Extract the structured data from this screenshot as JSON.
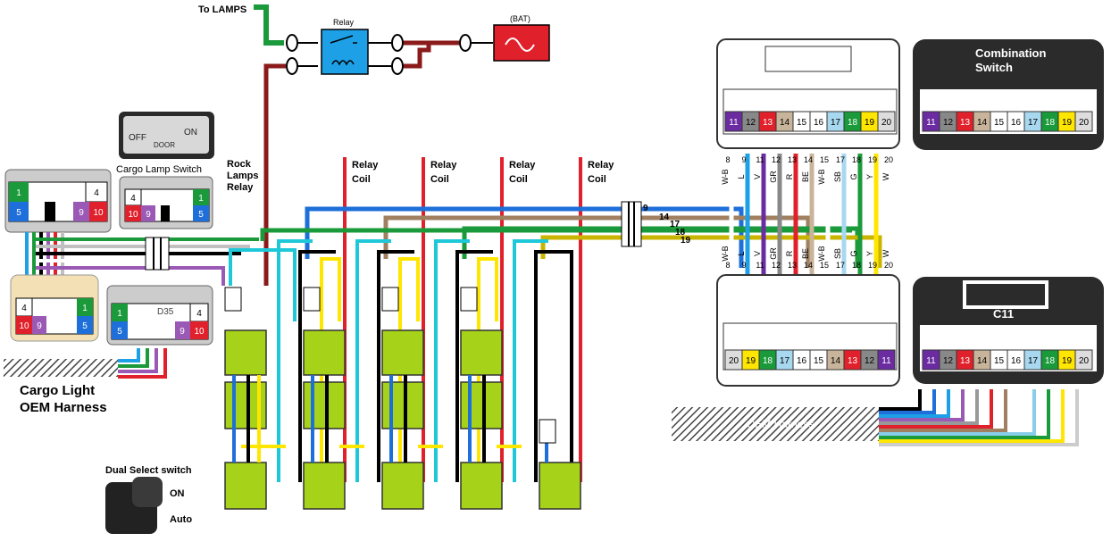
{
  "labels": {
    "to_lamps": "To LAMPS",
    "relay": "Relay",
    "bat": "(BAT)",
    "combination_switch_line1": "Combination",
    "combination_switch_line2": "Switch",
    "cargo_lamp_switch": "Cargo Lamp Switch",
    "switch_off": "OFF",
    "switch_on": "ON",
    "switch_door": "DOOR",
    "rock_lamps_relay_l1": "Rock",
    "rock_lamps_relay_l2": "Lamps",
    "rock_lamps_relay_l3": "Relay",
    "relay_coil_l1": "Relay",
    "relay_coil_l2": "Coil",
    "cargo_light_harness_l1": "Cargo Light",
    "cargo_light_harness_l2": "OEM Harness",
    "d35": "D35",
    "c11": "C11",
    "oem_harness": "OEM Harness",
    "dual_select_switch": "Dual Select switch",
    "dual_on": "ON",
    "dual_auto": "Auto"
  },
  "pins": {
    "combo_top_row": [
      "11",
      "12",
      "13",
      "14",
      "15",
      "16",
      "17",
      "18",
      "19",
      "20"
    ],
    "combo_mid_marks": [
      "8",
      "9"
    ],
    "c11_row": [
      "20",
      "19",
      "18",
      "17",
      "16",
      "15",
      "14",
      "13",
      "12",
      "11"
    ],
    "c11_alt_row": [
      "11",
      "12",
      "13",
      "14",
      "15",
      "16",
      "17",
      "18",
      "19",
      "20"
    ],
    "cargo_left_top": [
      "1",
      "4"
    ],
    "cargo_left_bottom": [
      "5",
      "9",
      "10"
    ],
    "cargo_switch_top": [
      "4",
      "1"
    ],
    "cargo_switch_bottom": [
      "10",
      "9",
      "5"
    ],
    "d35_left": [
      "1",
      "5"
    ],
    "d35_right": [
      "4",
      "9",
      "10"
    ],
    "splice_numbers": [
      "9",
      "14",
      "17",
      "18",
      "19"
    ]
  },
  "wire_labels_top": [
    "W-B",
    "8",
    "L",
    "9",
    "V",
    "11",
    "GR",
    "12",
    "R",
    "13",
    "BE",
    "14",
    "W-B",
    "15",
    "SB",
    "17",
    "G",
    "18",
    "Y",
    "19",
    "W",
    "20"
  ],
  "wire_codes": [
    "W-B",
    "L",
    "V",
    "GR",
    "R",
    "BE",
    "W-B",
    "SB",
    "G",
    "Y",
    "W"
  ],
  "wire_numbers": [
    "8",
    "9",
    "11",
    "12",
    "13",
    "14",
    "15",
    "17",
    "18",
    "19",
    "20"
  ],
  "colors": {
    "relay_blue": "#1ea0e6",
    "bat_red": "#e0202a",
    "green": "#1a9a3a",
    "darkred": "#8b1a1a",
    "lime": "#a6d31a",
    "black_conn": "#2b2b2b"
  }
}
